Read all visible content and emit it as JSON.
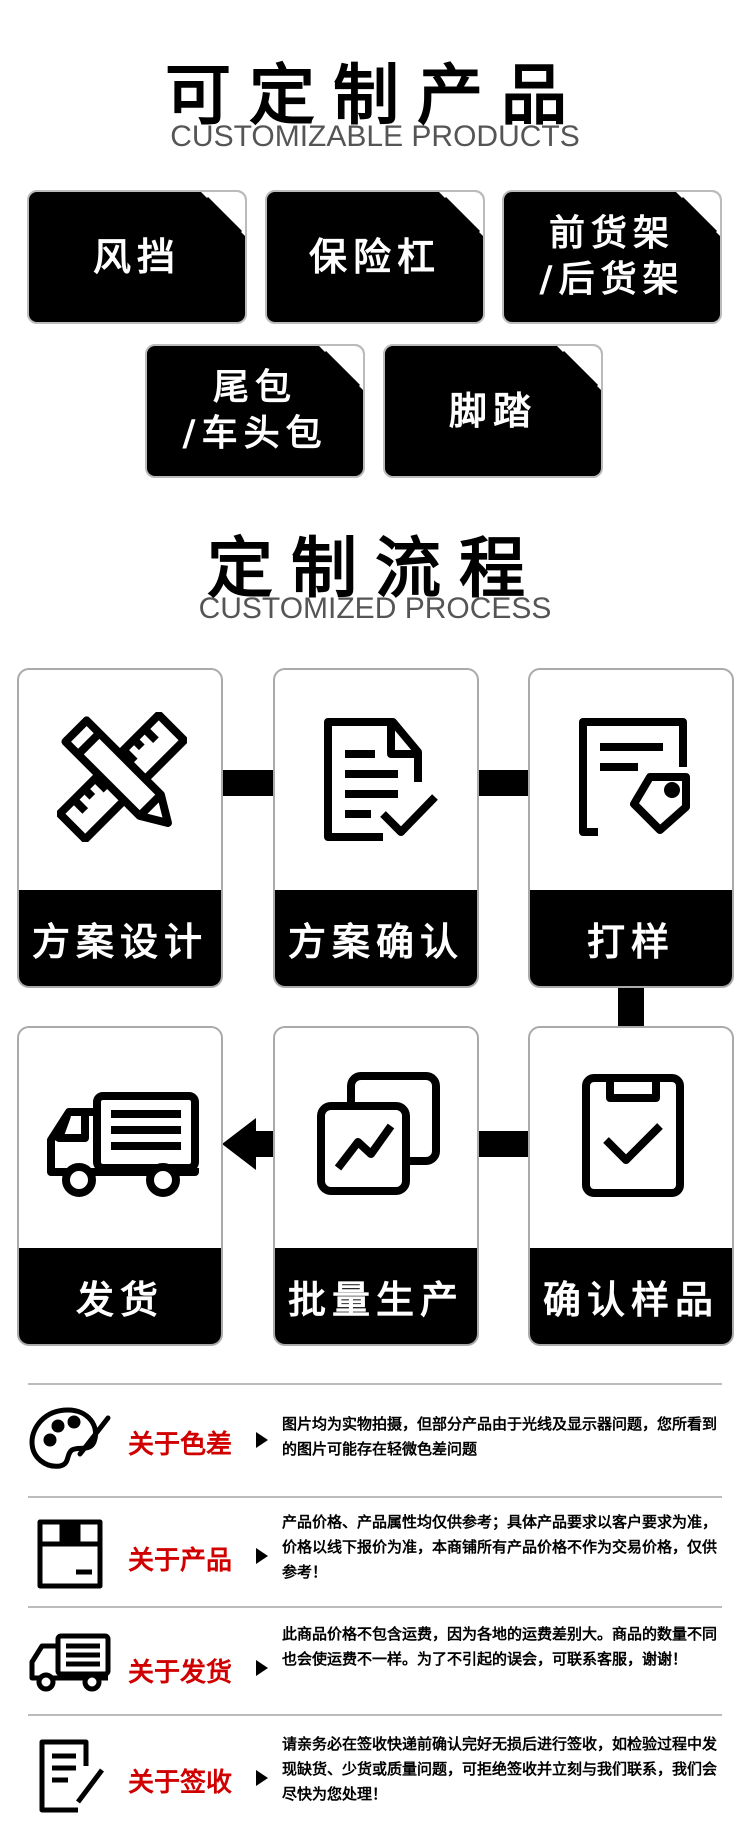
{
  "section1": {
    "title_cn": "可定制产品",
    "title_en": "CUSTOMIZABLE PRODUCTS",
    "products": [
      {
        "label": "风挡"
      },
      {
        "label": "保险杠"
      },
      {
        "label": "前货架\n/后货架"
      },
      {
        "label": "尾包\n/车头包"
      },
      {
        "label": "脚踏"
      }
    ]
  },
  "section2": {
    "title_cn": "定制流程",
    "title_en": "CUSTOMIZED PROCESS",
    "steps": [
      {
        "label": "方案设计",
        "icon": "ruler-pencil-icon"
      },
      {
        "label": "方案确认",
        "icon": "document-check-icon"
      },
      {
        "label": "打样",
        "icon": "document-tag-icon"
      },
      {
        "label": "确认样品",
        "icon": "clipboard-check-icon"
      },
      {
        "label": "批量生产",
        "icon": "stacked-chart-icon"
      },
      {
        "label": "发货",
        "icon": "delivery-truck-icon"
      }
    ]
  },
  "notes": [
    {
      "title": "关于色差",
      "icon": "palette-icon",
      "text": "图片均为实物拍摄，但部分产品由于光线及显示器问题，您所看到的图片可能存在轻微色差问题"
    },
    {
      "title": "关于产品",
      "icon": "box-icon",
      "text": "产品价格、产品属性均仅供参考；具体产品要求以客户要求为准，价格以线下报价为准，本商铺所有产品价格不作为交易价格，仅供参考！"
    },
    {
      "title": "关于发货",
      "icon": "truck-icon",
      "text": "此商品价格不包含运费，因为各地的运费差别大。商品的数量不同也会使运费不一样。为了不引起的误会，可联系客服，谢谢！"
    },
    {
      "title": "关于签收",
      "icon": "document-pen-icon",
      "text": "请亲务必在签收快递前确认完好无损后进行签收，如检验过程中发现缺货、少货或质量问题，可拒绝签收并立刻与我们联系，我们会尽快为您处理！"
    }
  ],
  "colors": {
    "accent_red": "#d00000",
    "black": "#000000"
  }
}
